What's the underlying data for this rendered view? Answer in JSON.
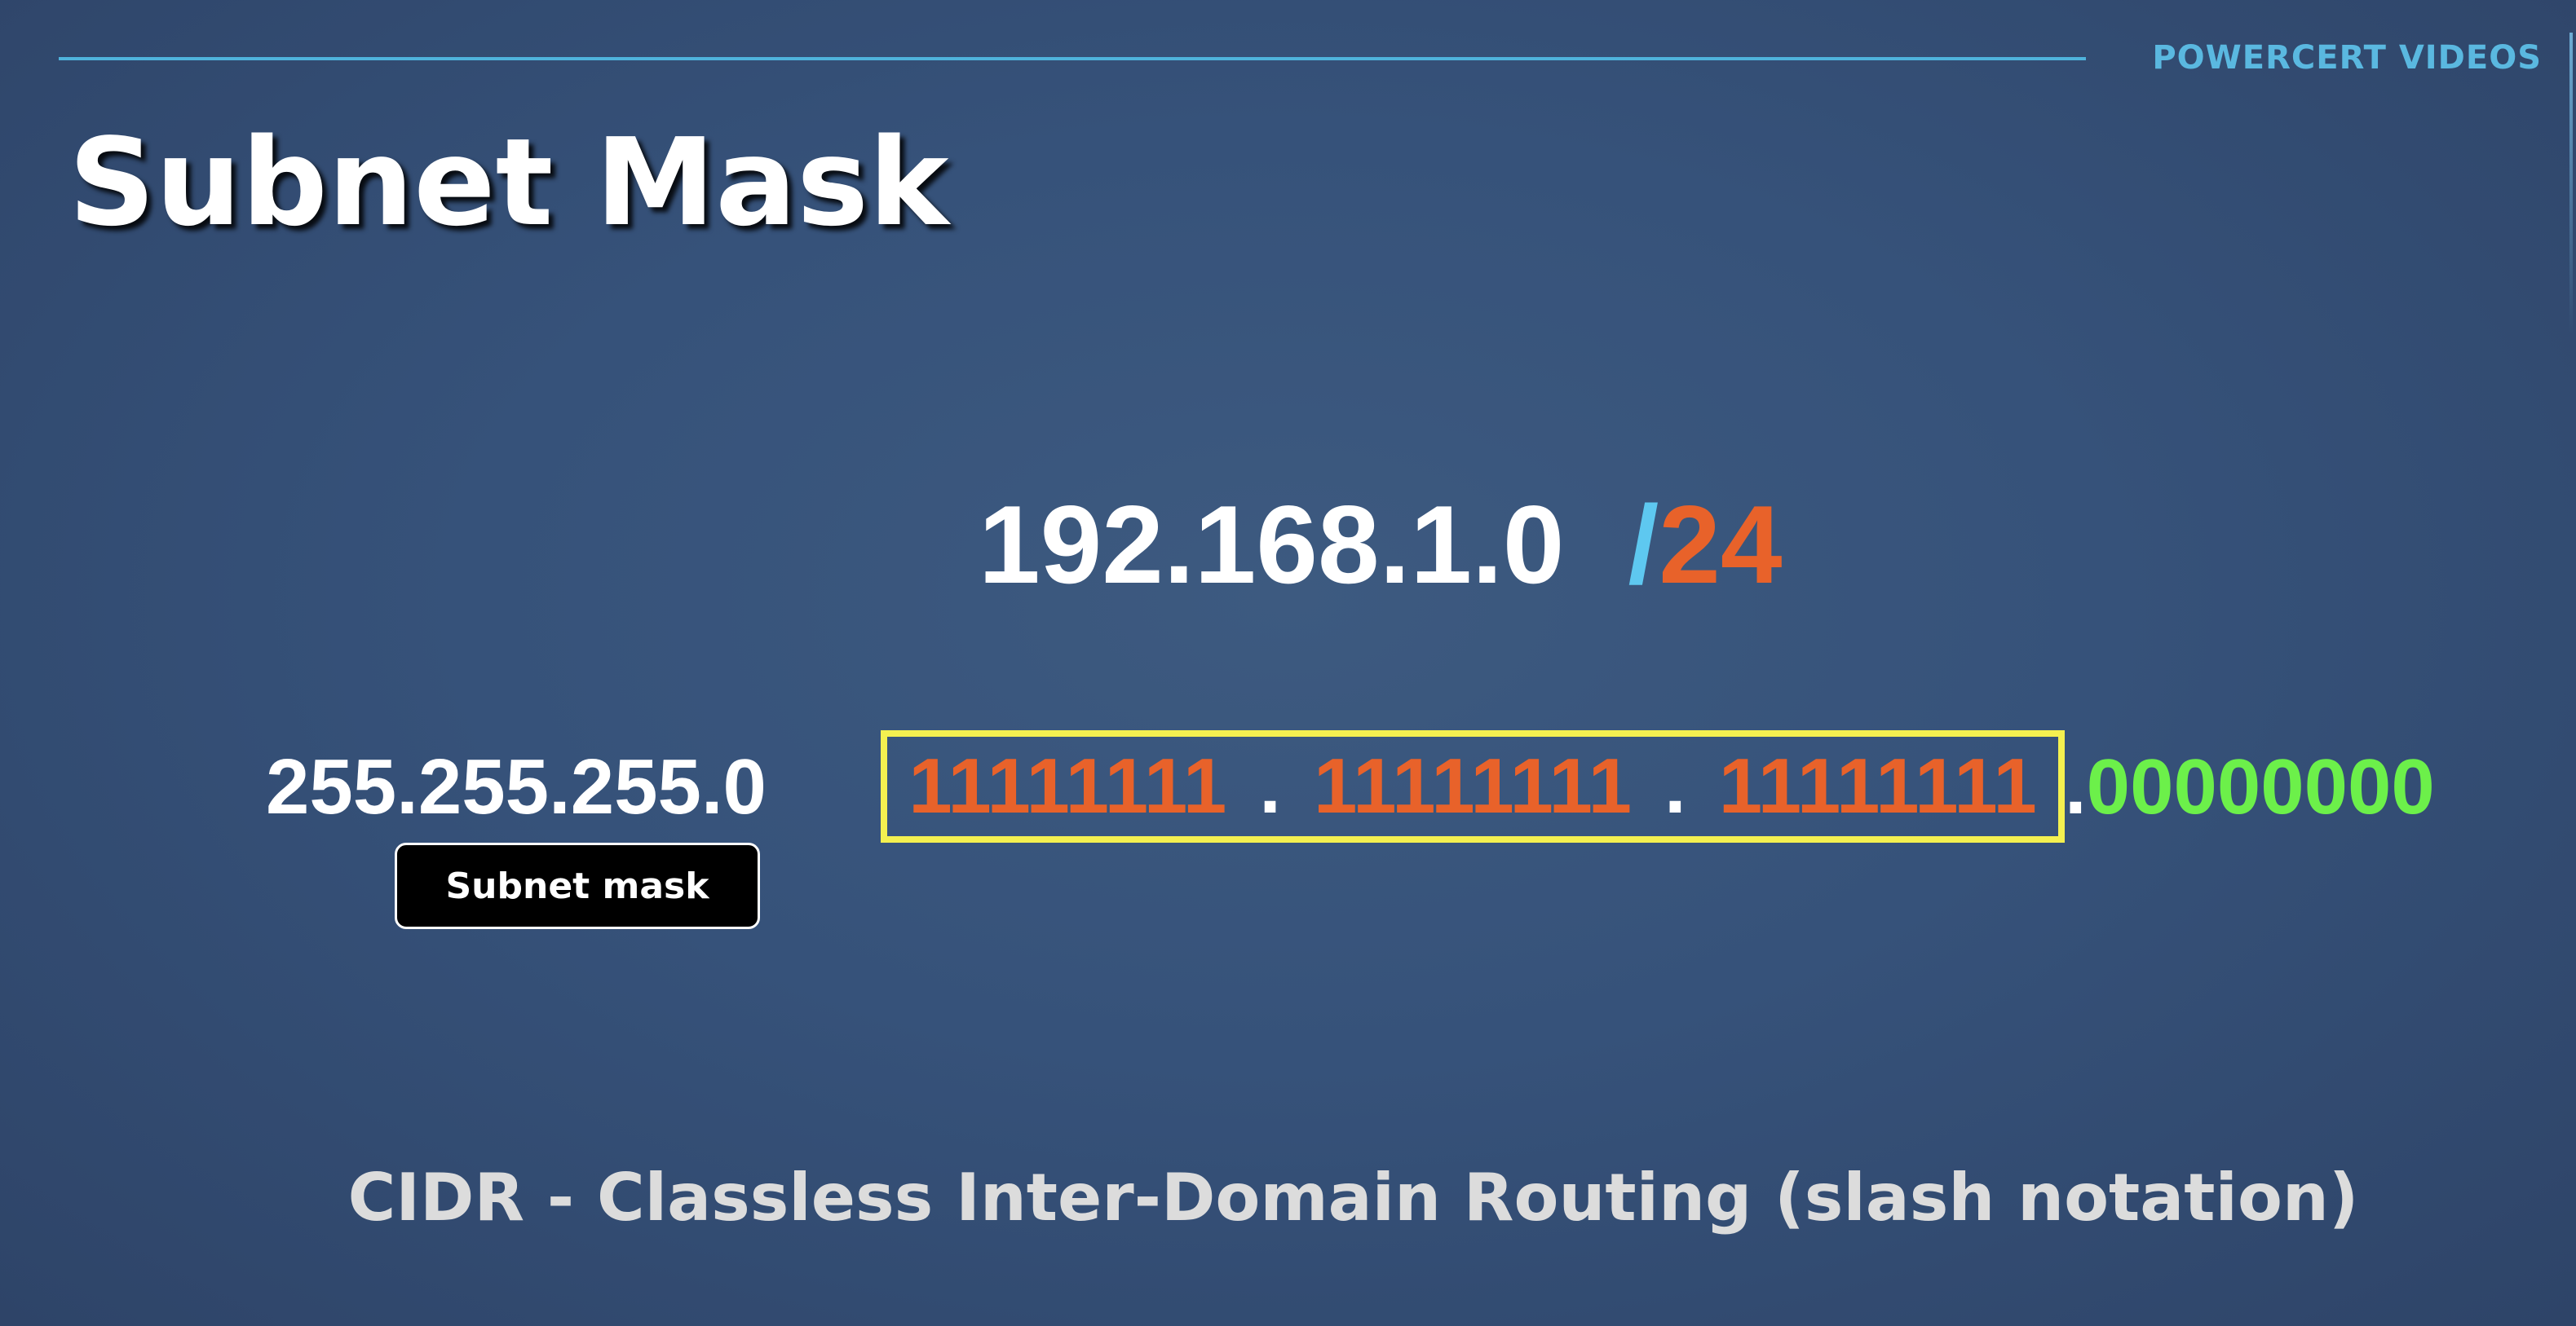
{
  "header": {
    "brand": "POWERCERT VIDEOS"
  },
  "slide": {
    "title": "Subnet Mask",
    "cidr": {
      "ip": "192.168.1.0",
      "slash": "/",
      "prefix": "24"
    },
    "mask": {
      "decimal": "255.255.255.0",
      "label": "Subnet mask",
      "binary_network": [
        "11111111",
        "11111111",
        "11111111"
      ],
      "binary_separator": ".",
      "binary_host": "00000000"
    },
    "footer": "CIDR -  Classless Inter-Domain Routing (slash notation)"
  },
  "colors": {
    "background": "#36527a",
    "accent_blue": "#5ab8e0",
    "network_bits": "#e8622a",
    "host_bits": "#6cf04a",
    "highlight_box": "#f4f050"
  }
}
